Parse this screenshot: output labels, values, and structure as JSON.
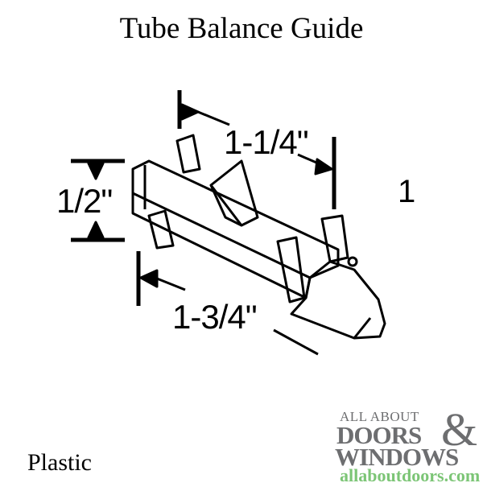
{
  "title": "Tube Balance Guide",
  "dimensions": {
    "height": "1/2\"",
    "width": "1-1/4\"",
    "length": "1-3/4\""
  },
  "quantity": "1",
  "material": "Plastic",
  "logo": {
    "line1": "ALL ABOUT",
    "line2": "DOORS",
    "ampersand": "&",
    "line3": "WINDOWS",
    "url": "allaboutdoors.com",
    "text_color": "#6d6e70",
    "url_color": "#7cc576"
  }
}
